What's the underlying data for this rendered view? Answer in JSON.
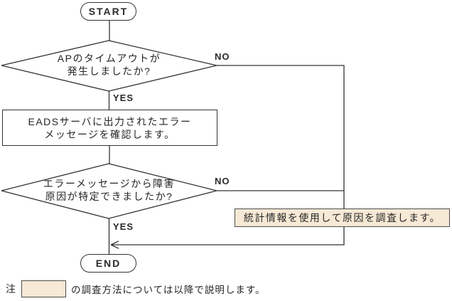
{
  "flowchart": {
    "start_label": "START",
    "end_label": "END",
    "decision1": {
      "line1": "APのタイムアウトが",
      "line2": "発生しましたか?",
      "no_label": "NO",
      "yes_label": "YES"
    },
    "process1": {
      "line1": "EADSサーバに出力されたエラー",
      "line2": "メッセージを確認します。"
    },
    "decision2": {
      "line1": "エラーメッセージから障害",
      "line2": "原因が特定できましたか?",
      "no_label": "NO",
      "yes_label": "YES"
    },
    "highlight_box_label": "統計情報を使用して原因を調査します。"
  },
  "note": {
    "prefix": "注",
    "text": "の調査方法については以降で説明します。"
  },
  "colors": {
    "line": "#333333",
    "highlight_fill": "#f6e9d5",
    "highlight_border": "#4d4d4d",
    "background": "#ffffff"
  }
}
